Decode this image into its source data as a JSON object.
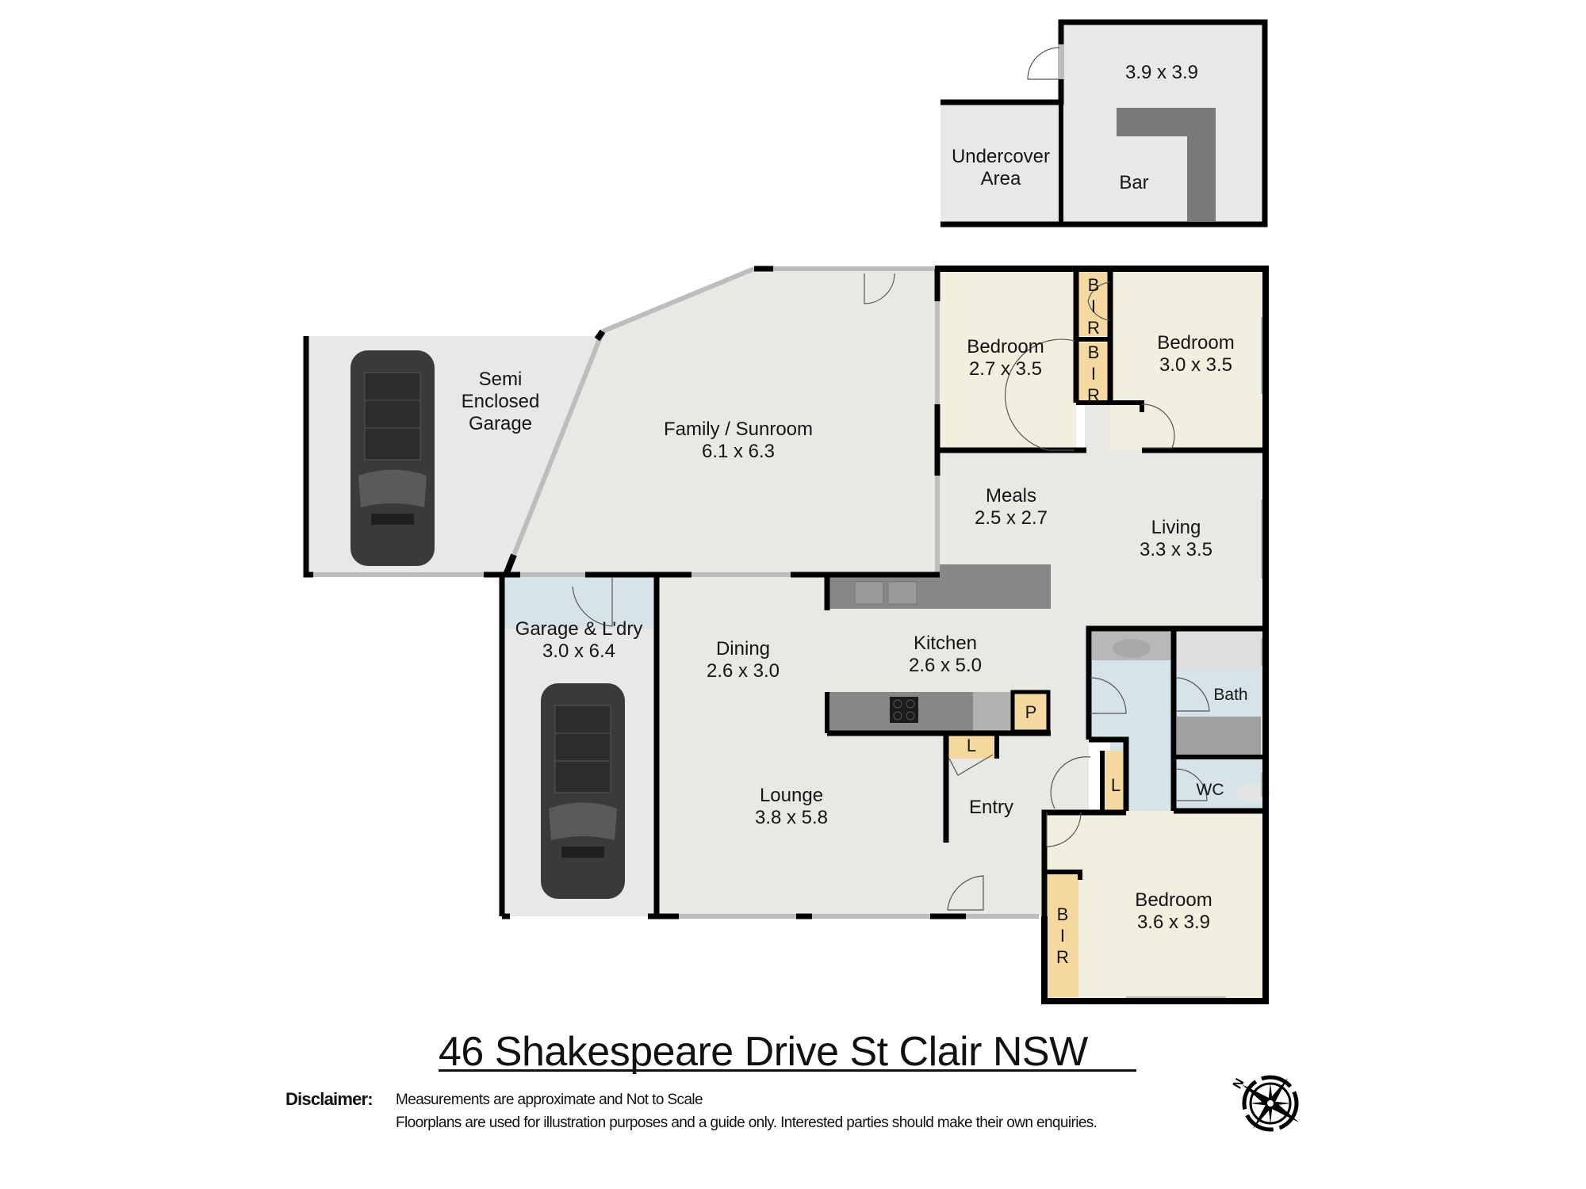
{
  "title": "46 Shakespeare Drive St Clair  NSW",
  "disclaimer": {
    "label": "Disclaimer:",
    "line1": "Measurements are approximate and Not to Scale",
    "line2": "Floorplans are used for illustration purposes and a guide only.   Interested parties should make their own enquiries."
  },
  "compass": {
    "icon": "compass-rose-icon",
    "north_label": "N"
  },
  "colors": {
    "wall": "#000000",
    "floor_grey": "#e8e8e4",
    "bedroom_cream": "#f2efdf",
    "wet_area_blue": "#d6e4ea",
    "storage_tan": "#f6d9a0",
    "bench_grey": "#878787",
    "window_grey": "#c4c4c4"
  },
  "outbuilding": {
    "undercover": {
      "name_line1": "Undercover",
      "name_line2": "Area"
    },
    "bar_room": {
      "dims": "3.9 x 3.9",
      "name": "Bar"
    }
  },
  "rooms": {
    "semi_garage": {
      "line1": "Semi",
      "line2": "Enclosed",
      "line3": "Garage"
    },
    "family": {
      "name": "Family / Sunroom",
      "dims": "6.1 x 6.3"
    },
    "bedroom2": {
      "name": "Bedroom",
      "dims": "2.7 x 3.5"
    },
    "bedroom3": {
      "name": "Bedroom",
      "dims": "3.0 x 3.5"
    },
    "meals": {
      "name": "Meals",
      "dims": "2.5 x 2.7"
    },
    "living": {
      "name": "Living",
      "dims": "3.3 x 3.5"
    },
    "garage_laundry": {
      "name": "Garage & L'dry",
      "dims": "3.0 x 6.4"
    },
    "dining": {
      "name": "Dining",
      "dims": "2.6 x 3.0"
    },
    "kitchen": {
      "name": "Kitchen",
      "dims": "2.6 x 5.0"
    },
    "lounge": {
      "name": "Lounge",
      "dims": "3.8 x 5.8"
    },
    "entry": {
      "name": "Entry"
    },
    "bath": {
      "name": "Bath"
    },
    "wc": {
      "name": "WC"
    },
    "bedroom1": {
      "name": "Bedroom",
      "dims": "3.6 x 3.9"
    }
  },
  "storage": {
    "bir_a": [
      "B",
      "I",
      "R"
    ],
    "bir_b": [
      "B",
      "I",
      "R"
    ],
    "bir_c": [
      "B",
      "I",
      "R"
    ],
    "pantry": "P",
    "linen_kitchen": "L",
    "linen_hall": "L"
  }
}
